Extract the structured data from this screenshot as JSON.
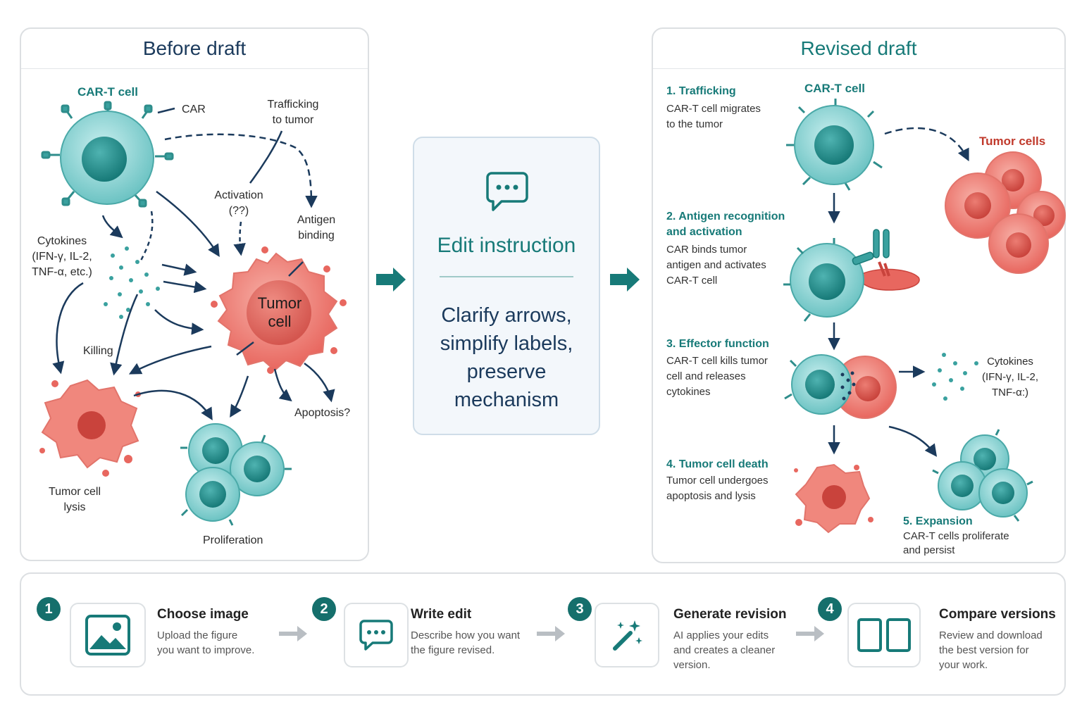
{
  "before": {
    "title": "Before draft",
    "car_t_cell": "CAR-T cell",
    "car": "CAR",
    "trafficking": [
      "Trafficking",
      "to tumor"
    ],
    "activation": [
      "Activation",
      "(??)"
    ],
    "antigen_binding": [
      "Antigen",
      "binding"
    ],
    "cytokines": [
      "Cytokines",
      "(IFN-γ, IL-2,",
      "TNF-α, etc.)"
    ],
    "tumor_cell": [
      "Tumor",
      "cell"
    ],
    "killing": "Killing",
    "apoptosis": "Apoptosis?",
    "tumor_lysis": [
      "Tumor cell",
      "lysis"
    ],
    "proliferation": "Proliferation"
  },
  "edit": {
    "title": "Edit instruction",
    "text": [
      "Clarify arrows,",
      "simplify labels,",
      "preserve",
      "mechanism"
    ]
  },
  "revised": {
    "title": "Revised draft",
    "car_t_cell": "CAR-T cell",
    "tumor_cells": "Tumor cells",
    "steps": [
      {
        "title": [
          "1. Trafficking"
        ],
        "text": [
          "CAR-T cell migrates",
          "to the tumor"
        ]
      },
      {
        "title": [
          "2. Antigen recognition",
          "and activation"
        ],
        "text": [
          "CAR binds tumor",
          "antigen and activates",
          "CAR-T cell"
        ]
      },
      {
        "title": [
          "3. Effector function"
        ],
        "text": [
          "CAR-T cell kills tumor",
          "cell and releases",
          "cytokines"
        ]
      },
      {
        "title": [
          "4. Tumor cell death"
        ],
        "text": [
          "Tumor cell undergoes",
          "apoptosis and lysis"
        ]
      },
      {
        "title": [
          "5. Expansion"
        ],
        "text": [
          "CAR-T cells proliferate",
          "and persist"
        ]
      }
    ],
    "cytokines": [
      "Cytokines",
      "(IFN-γ, IL-2,",
      "TNF-α:)"
    ]
  },
  "workflow": [
    {
      "num": "1",
      "icon": "image-icon",
      "title": "Choose image",
      "text": [
        "Upload the figure",
        "you want to improve."
      ]
    },
    {
      "num": "2",
      "icon": "chat-icon",
      "title": "Write edit",
      "text": [
        "Describe how you want",
        "the figure revised."
      ]
    },
    {
      "num": "3",
      "icon": "magic-wand-icon",
      "title": "Generate revision",
      "text": [
        "AI applies your edits",
        "and creates a cleaner",
        "version."
      ]
    },
    {
      "num": "4",
      "icon": "compare-icon",
      "title": "Compare versions",
      "text": [
        "Review and download",
        "the best version for",
        "your work."
      ]
    }
  ],
  "colors": {
    "teal": "#177a78",
    "navy": "#1b3a5c",
    "tumor_red": "#e8675f",
    "cell_teal": "#6cc3c3",
    "border": "#dcdfe2"
  }
}
